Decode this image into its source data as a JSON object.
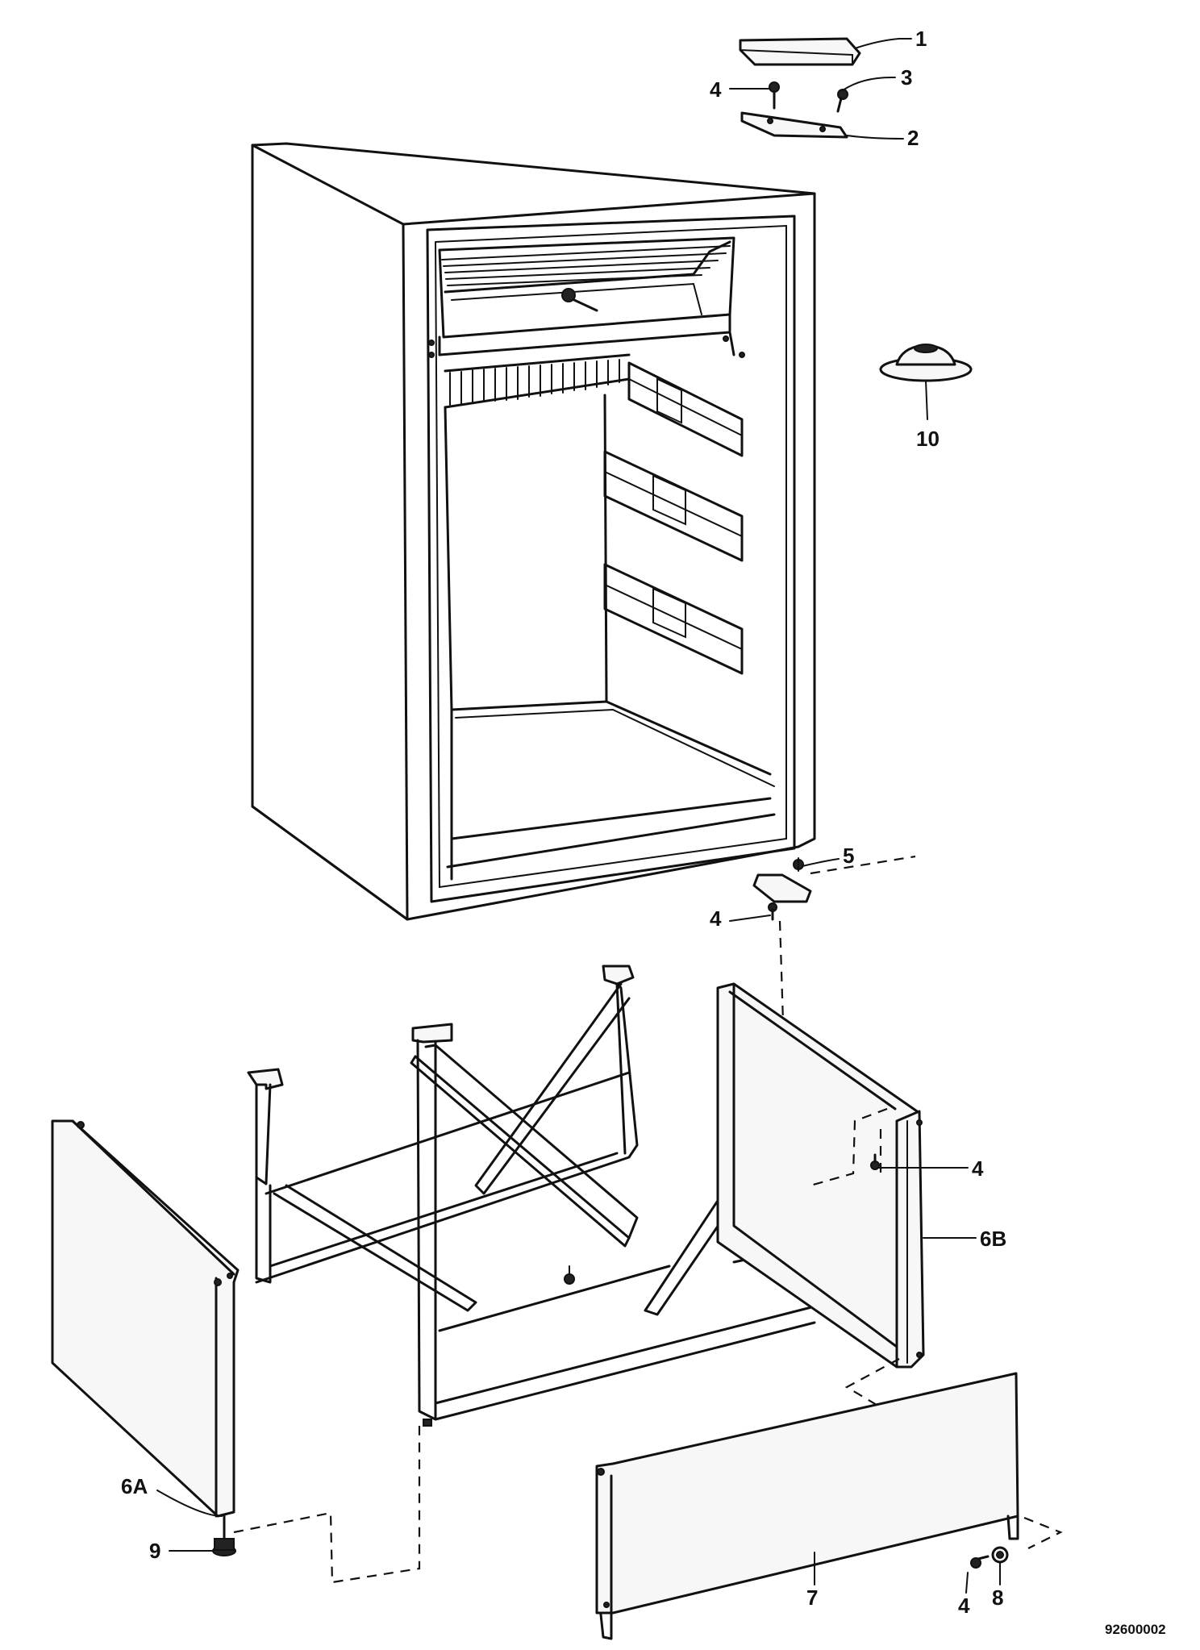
{
  "callouts": {
    "c1": "1",
    "c2": "2",
    "c3": "3",
    "c4a": "4",
    "c4b": "4",
    "c4c": "4",
    "c4d": "4",
    "c5": "5",
    "c6a": "6A",
    "c6b": "6B",
    "c7": "7",
    "c8": "8",
    "c9": "9",
    "c10": "10"
  },
  "figure_code": "92600002"
}
